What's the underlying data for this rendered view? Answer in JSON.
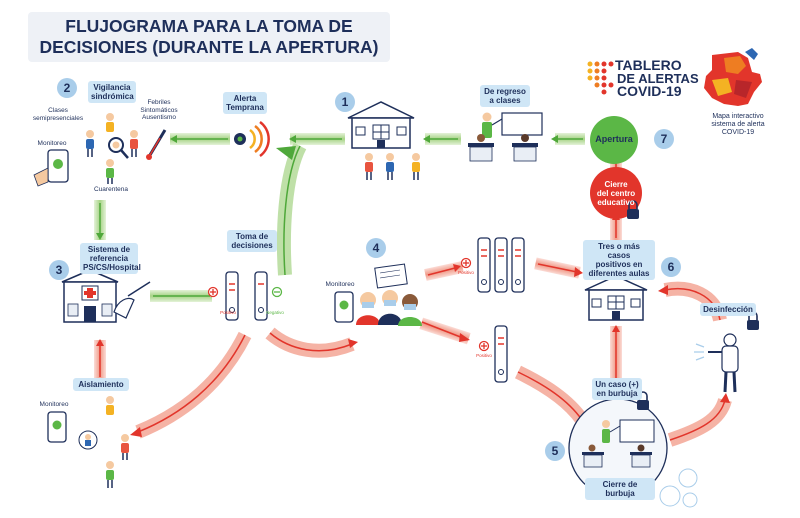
{
  "title": {
    "line1": "FLUJOGRAMA PARA LA TOMA DE",
    "line2": "DECISIONES (DURANTE LA APERTURA)"
  },
  "brand": {
    "line1": "TABLERO",
    "line2": "DE ALERTAS",
    "line3": "COVID-19"
  },
  "map_caption": {
    "line1": "Mapa interactivo",
    "line2": "sistema de alerta",
    "line3": "COVID-19"
  },
  "steps": [
    "1",
    "2",
    "3",
    "4",
    "5",
    "6",
    "7"
  ],
  "labels": {
    "vigilancia_1": "Vigilancia",
    "vigilancia_2": "sindrómica",
    "alerta_1": "Alerta",
    "alerta_2": "Temprana",
    "regreso_1": "De regreso",
    "regreso_2": "a clases",
    "apertura": "Apertura",
    "cierre_1": "Cierre",
    "cierre_2": "del centro",
    "cierre_3": "educativo",
    "sistema_1": "Sistema de",
    "sistema_2": "referencia",
    "sistema_3": "PS/CS/Hospital",
    "toma_1": "Toma de",
    "toma_2": "decisiones",
    "tres_1": "Tres o más casos",
    "tres_2": "positivos en",
    "tres_3": "diferentes aulas",
    "desinfeccion": "Desinfección",
    "aislamiento": "Aislamiento",
    "un_caso_1": "Un caso (+)",
    "un_caso_2": "en burbuja",
    "cierre_burbuja": "Cierre de burbuja"
  },
  "texts": {
    "clases_1": "Clases",
    "clases_2": "semipresenciales",
    "febriles_1": "Febriles",
    "febriles_2": "Sintomáticos",
    "febriles_3": "Ausentismo",
    "monitoreo": "Monitoreo",
    "cuarentena": "Cuarentena",
    "positivo": "Positivo",
    "negativo": "Negativo"
  },
  "colors": {
    "navy": "#1e2f5a",
    "label_bg": "#cfe6f6",
    "green_arrow": "#9fd07f",
    "red_arrow": "#e8543f",
    "apertura_green": "#5bb746",
    "cierre_red": "#e2352b"
  }
}
